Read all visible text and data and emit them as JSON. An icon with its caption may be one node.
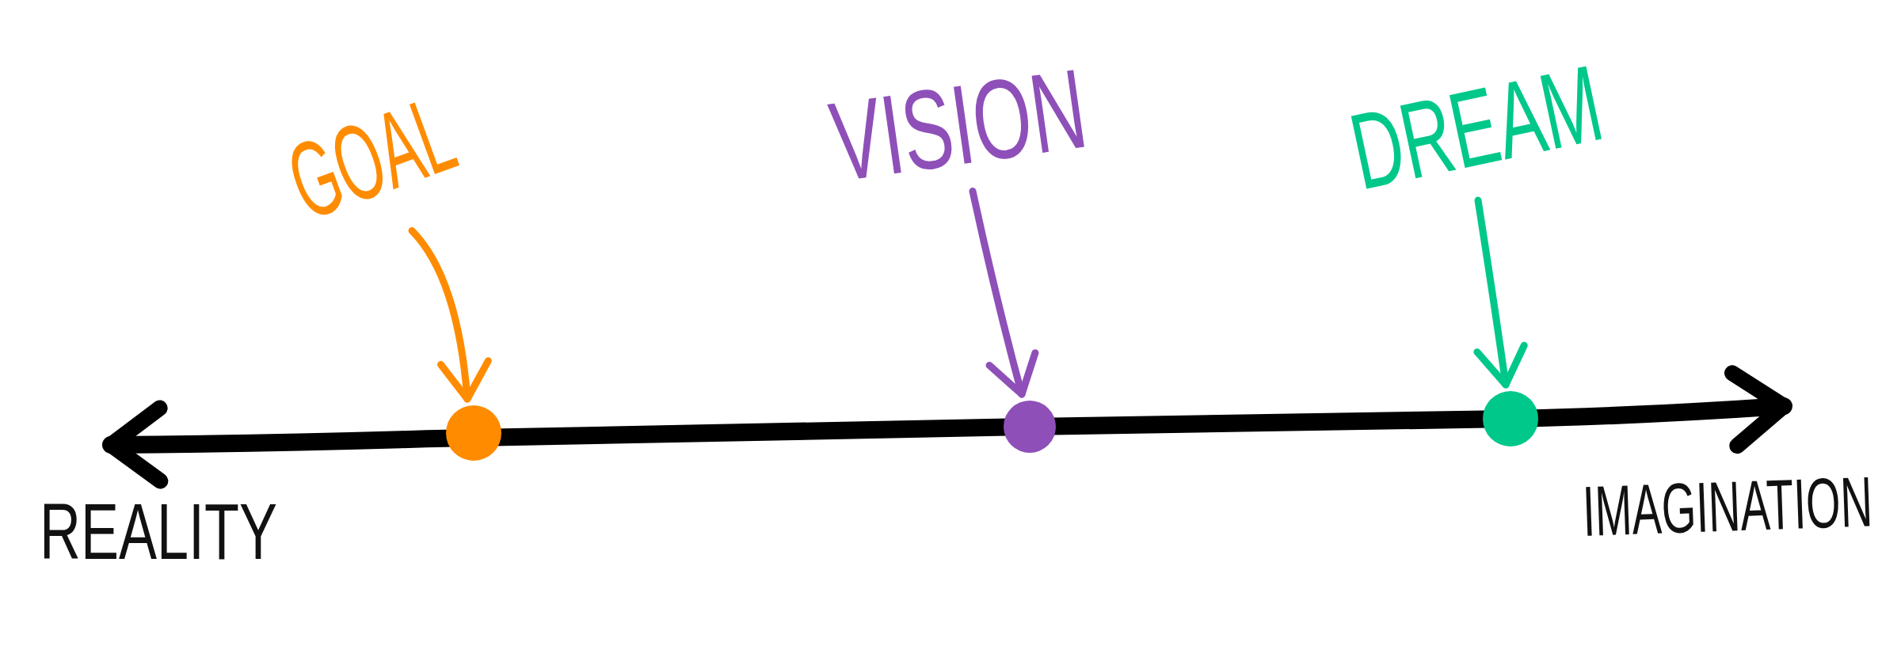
{
  "diagram": {
    "nodes": [
      {
        "text": [
          "GOAL"
        ]
      },
      {
        "text": [],
        "shape": "circle"
      },
      {
        "text": [
          "VISION"
        ]
      },
      {
        "text": [],
        "shape": "circle"
      },
      {
        "text": [
          "DREAM"
        ]
      },
      {
        "text": [],
        "shape": "circle"
      }
    ],
    "edges": [
      {
        "from": 0,
        "to": 1,
        "arrow": "to",
        "color": "#ff8c00"
      },
      {
        "from": 2,
        "to": 3,
        "arrow": "to",
        "color": "#8e50b8"
      },
      {
        "from": 4,
        "to": 5,
        "arrow": "to",
        "color": "#00c88a"
      }
    ],
    "labels": [
      "REALITY",
      "IMAGINATION"
    ]
  }
}
